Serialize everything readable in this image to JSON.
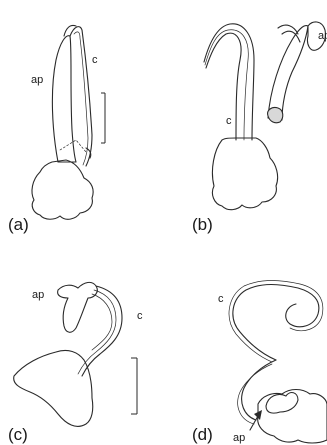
{
  "panels": [
    {
      "letter": "(a)",
      "apophysis_label": "ap",
      "cornutus_label": "c"
    },
    {
      "letter": "(b)",
      "apophysis_label": "ap",
      "cornutus_label": "c"
    },
    {
      "letter": "(c)",
      "apophysis_label": "ap",
      "cornutus_label": "c"
    },
    {
      "letter": "(d)",
      "apophysis_label": "ap",
      "cornutus_label": "c"
    }
  ]
}
